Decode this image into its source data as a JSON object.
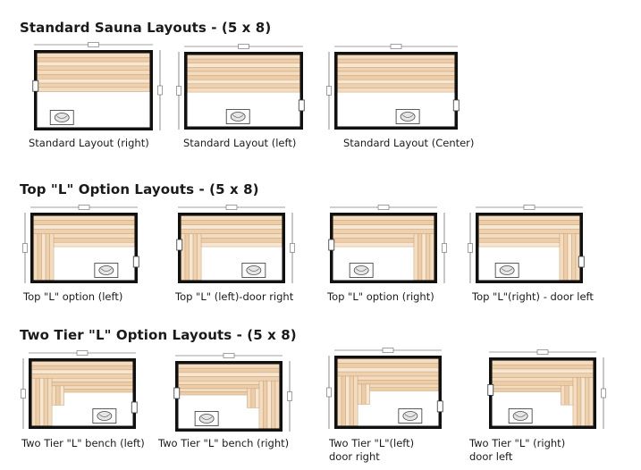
{
  "sections": [
    {
      "heading": "Standard Sauna Layouts - (5 x 8)",
      "layouts": [
        {
          "caption": "Standard Layout (right)",
          "type": "standard",
          "heater": "right",
          "door": "left"
        },
        {
          "caption": "Standard Layout (left)",
          "type": "standard",
          "heater": "center",
          "door": "right"
        },
        {
          "caption": "Standard Layout (Center)",
          "type": "standard",
          "heater": "right-center",
          "door": "right"
        }
      ]
    },
    {
      "heading": "Top \"L\" Option Layouts - (5 x 8)",
      "layouts": [
        {
          "caption": "Top \"L\"  option (left)",
          "type": "topL",
          "lside": "left",
          "door": "right"
        },
        {
          "caption": "Top \"L\" (left)-door right",
          "type": "topL",
          "lside": "left",
          "door": "left"
        },
        {
          "caption": "Top \"L\" option (right)",
          "type": "topL",
          "lside": "right",
          "door": "left"
        },
        {
          "caption": "Top \"L\"(right) - door left",
          "type": "topL",
          "lside": "right",
          "door": "right"
        }
      ]
    },
    {
      "heading": "Two Tier \"L\" Option Layouts - (5 x 8)",
      "layouts": [
        {
          "caption": "Two Tier \"L\" bench (left)",
          "type": "twoTier",
          "lside": "left",
          "door": "right"
        },
        {
          "caption": "Two Tier \"L\" bench (right)",
          "type": "twoTier",
          "lside": "right",
          "door": "left"
        },
        {
          "caption": "Two Tier \"L\"(left)\ndoor right",
          "type": "twoTier",
          "lside": "left",
          "door": "right"
        },
        {
          "caption": "Two Tier \"L\" (right)\ndoor left",
          "type": "twoTier",
          "lside": "right",
          "door": "left"
        }
      ]
    }
  ]
}
